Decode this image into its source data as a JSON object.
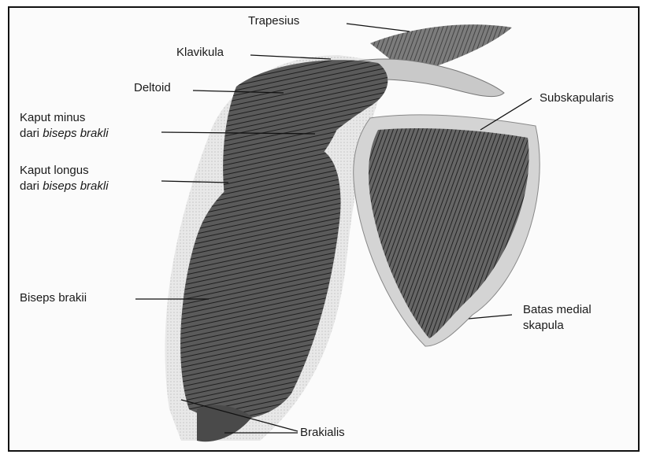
{
  "labels": {
    "trapezius": "Trapesius",
    "klavikula": "Klavikula",
    "deltoid": "Deltoid",
    "kaput_minus_1": "Kaput minus",
    "kaput_minus_2a": "dari ",
    "kaput_minus_2b": "biseps brakli",
    "kaput_longus_1": "Kaput longus",
    "kaput_longus_2a": "dari ",
    "kaput_longus_2b": "biseps brakli",
    "biseps": "Biseps brakii",
    "subskapularis": "Subskapularis",
    "batas_1": "Batas medial",
    "batas_2": "skapula",
    "brakialis": "Brakialis"
  },
  "colors": {
    "muscle": "#3a3a3a",
    "bone": "#cfcfcf",
    "line": "#111111"
  }
}
